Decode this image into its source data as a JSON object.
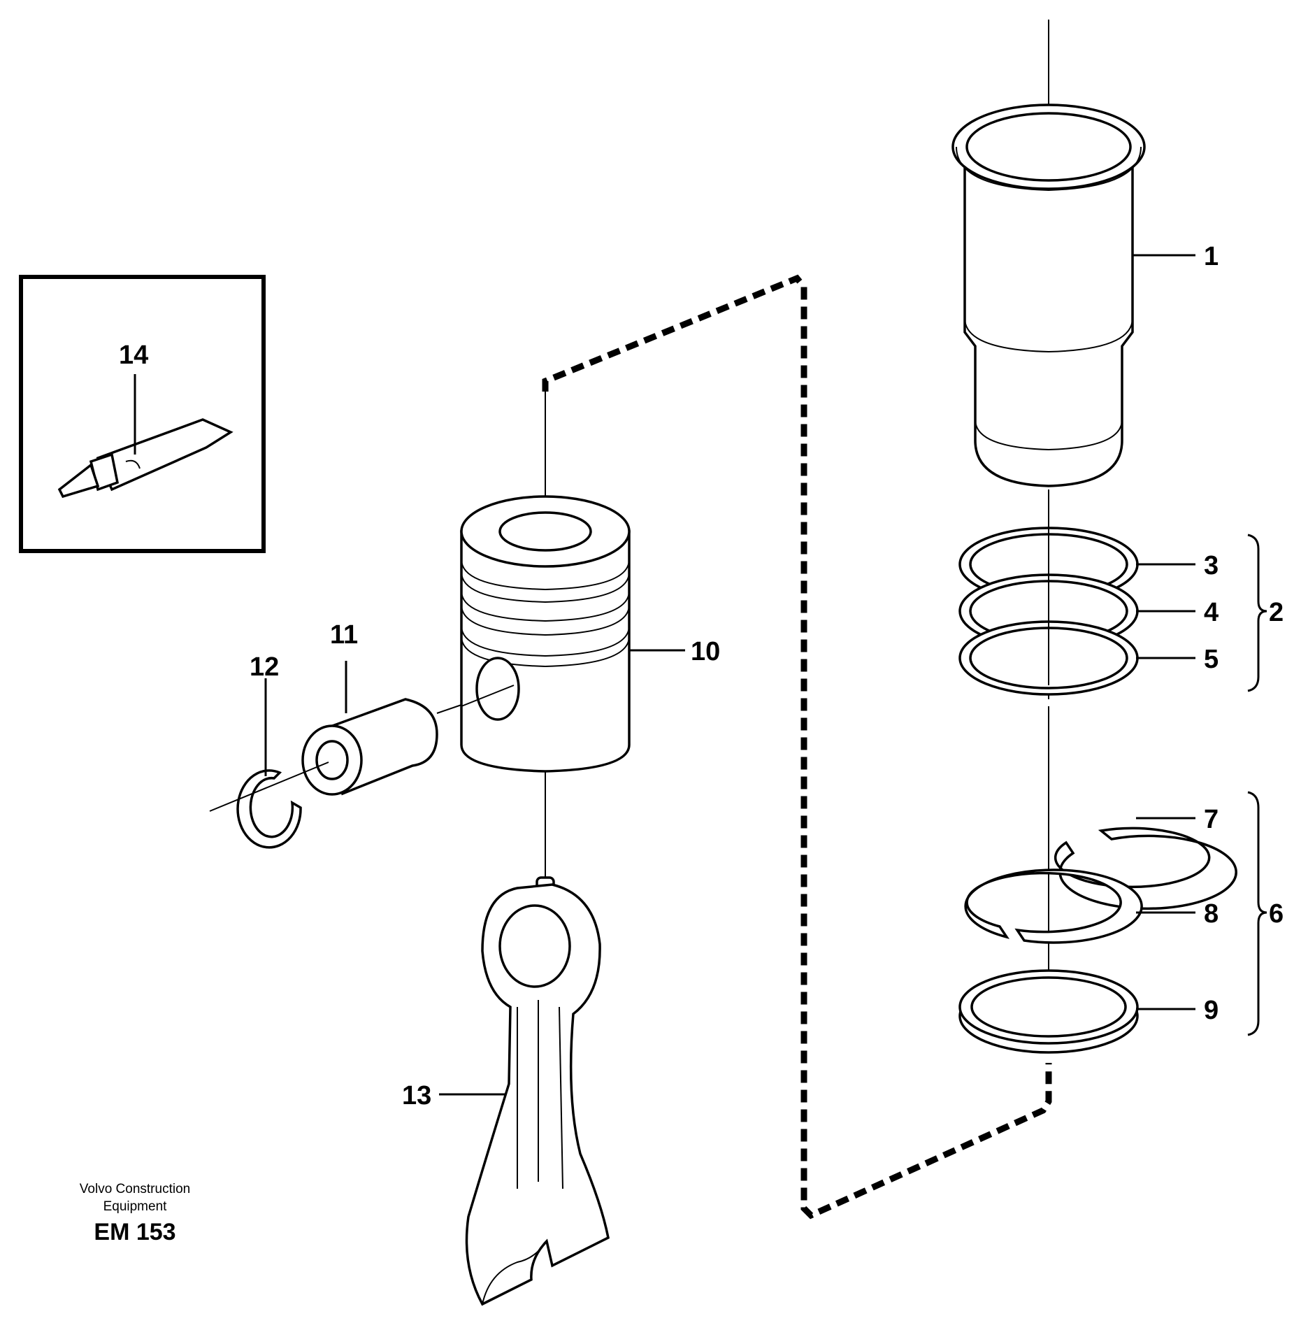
{
  "callouts": {
    "c1": "1",
    "c2": "2",
    "c3": "3",
    "c4": "4",
    "c5": "5",
    "c6": "6",
    "c7": "7",
    "c8": "8",
    "c9": "9",
    "c10": "10",
    "c11": "11",
    "c12": "12",
    "c13": "13",
    "c14": "14"
  },
  "footer": {
    "brand_line1": "Volvo Construction",
    "brand_line2": "Equipment",
    "code": "EM 153"
  },
  "parts": {
    "cylinder_liner": "cylinder-liner-icon",
    "seal_rings": "o-ring-icon",
    "piston_rings": "piston-ring-icon",
    "piston": "piston-icon",
    "piston_pin": "piston-pin-icon",
    "circlip": "circlip-icon",
    "connecting_rod": "connecting-rod-icon",
    "sealant_tube": "sealant-tube-icon"
  }
}
